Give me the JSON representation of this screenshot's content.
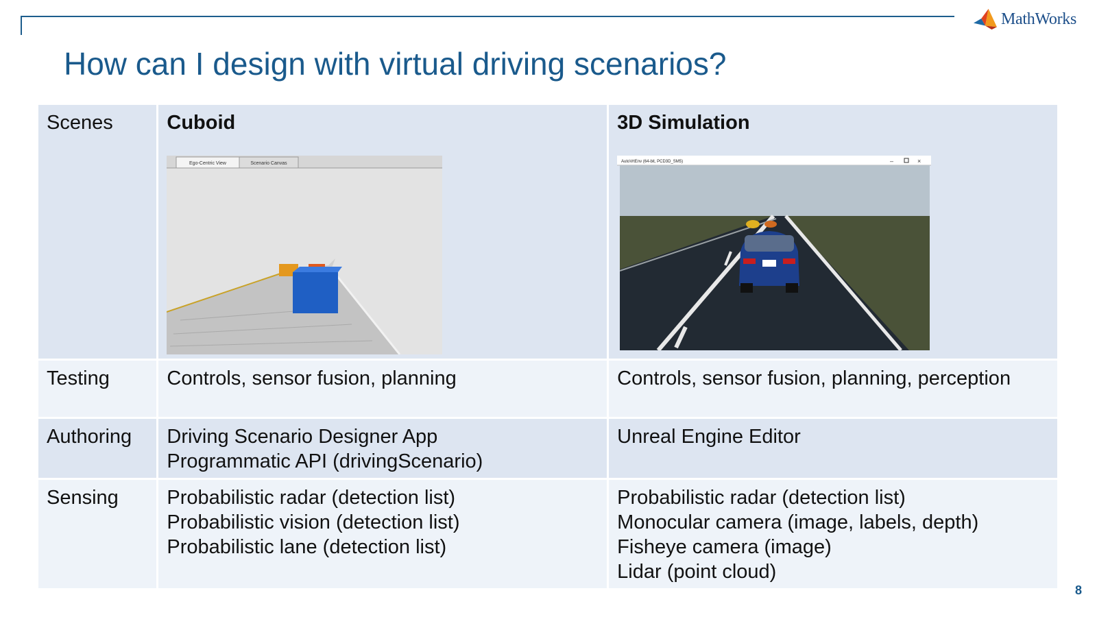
{
  "brand": {
    "name": "MathWorks"
  },
  "title": "How can I design with virtual driving scenarios?",
  "table": {
    "headers": {
      "row_label": "Scenes",
      "col_a": "Cuboid",
      "col_b": "3D Simulation"
    },
    "scenes": {
      "cuboid_tabs": [
        "Ego-Centric View",
        "Scenario Canvas"
      ],
      "sim_window_title": "AutoVrtEnv (64-bit, PCD3D_SM5)"
    },
    "rows": [
      {
        "label": "Testing",
        "col_a": [
          "Controls, sensor fusion, planning"
        ],
        "col_b": [
          "Controls, sensor fusion, planning, perception"
        ]
      },
      {
        "label": "Authoring",
        "col_a": [
          "Driving Scenario Designer App",
          "Programmatic API (drivingScenario)"
        ],
        "col_b": [
          "Unreal Engine Editor"
        ]
      },
      {
        "label": "Sensing",
        "col_a": [
          "Probabilistic radar (detection list)",
          "Probabilistic vision (detection list)",
          "Probabilistic lane (detection list)"
        ],
        "col_b": [
          "Probabilistic radar (detection list)",
          "Monocular camera (image, labels, depth)",
          "Fisheye camera (image)",
          "Lidar (point cloud)"
        ]
      }
    ]
  },
  "page_number": "8",
  "colors": {
    "accent": "#1a5a8c",
    "row_dark": "#dde5f1",
    "row_light": "#eef3f9"
  }
}
